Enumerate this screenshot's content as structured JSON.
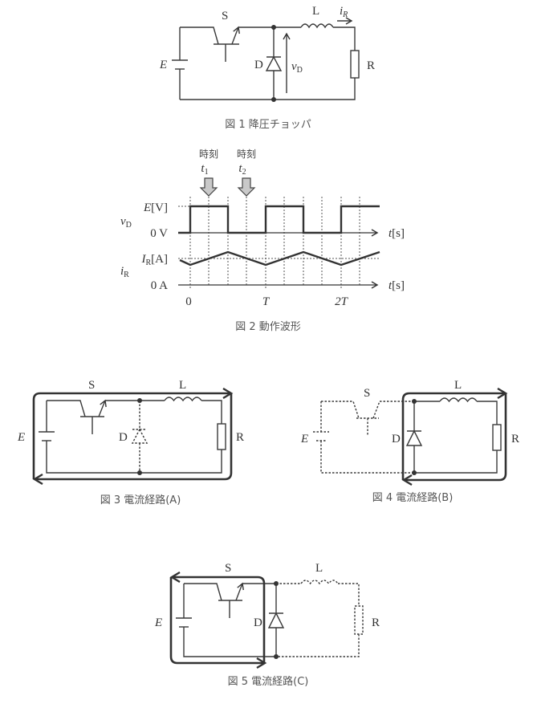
{
  "figures": {
    "fig1": {
      "caption": "図 1 降圧チョッパ",
      "labels": {
        "switch": "S",
        "inductor": "L",
        "current": "i",
        "current_sub": "R",
        "source": "E",
        "diode": "D",
        "voltage": "v",
        "voltage_sub": "D",
        "resistor": "R"
      }
    },
    "fig2": {
      "caption": "図 2 動作波形",
      "markers": [
        {
          "label": "時刻",
          "var": "t",
          "sub": "1"
        },
        {
          "label": "時刻",
          "var": "t",
          "sub": "2"
        }
      ],
      "vd": {
        "name": "v",
        "name_sub": "D",
        "high": "E",
        "high_unit": "[V]",
        "low": "0 V"
      },
      "ir": {
        "name": "i",
        "name_sub": "R",
        "level": "I",
        "level_sub": "R",
        "level_unit": "[A]",
        "low": "0 A"
      },
      "time_axis": {
        "var": "t",
        "unit": "[s]",
        "ticks": [
          "0",
          "T",
          "2T"
        ]
      }
    },
    "fig3": {
      "caption": "図 3 電流経路(A)",
      "labels": {
        "switch": "S",
        "inductor": "L",
        "source": "E",
        "diode": "D",
        "resistor": "R"
      }
    },
    "fig4": {
      "caption": "図 4 電流経路(B)",
      "labels": {
        "switch": "S",
        "inductor": "L",
        "source": "E",
        "diode": "D",
        "resistor": "R"
      }
    },
    "fig5": {
      "caption": "図 5 電流経路(C)",
      "labels": {
        "switch": "S",
        "inductor": "L",
        "source": "E",
        "diode": "D",
        "resistor": "R"
      }
    }
  },
  "chart_data": {
    "type": "line",
    "title": "図 2 動作波形",
    "xlabel": "t [s]",
    "x_ticks": [
      "0",
      "T",
      "2T"
    ],
    "series": [
      {
        "name": "v_D",
        "unit": "V",
        "levels": [
          "0 V",
          "E [V]"
        ],
        "x": [
          0,
          0,
          0.5,
          0.5,
          1.0,
          1.0,
          1.5,
          1.5,
          2.0,
          2.0,
          2.5
        ],
        "y": [
          "0",
          "E",
          "E",
          "0",
          "0",
          "E",
          "E",
          "0",
          "0",
          "E",
          "E"
        ]
      },
      {
        "name": "i_R",
        "unit": "A",
        "levels": [
          "0 A",
          "I_R [A]"
        ],
        "x": [
          0,
          0.5,
          1.0,
          1.5,
          2.0
        ],
        "shape": "triangular ripple around I_R: rises during 0–0.5T, falls during 0.5T–T"
      }
    ],
    "annotations": [
      "時刻 t1 at 0.25T",
      "時刻 t2 at 0.75T"
    ]
  }
}
